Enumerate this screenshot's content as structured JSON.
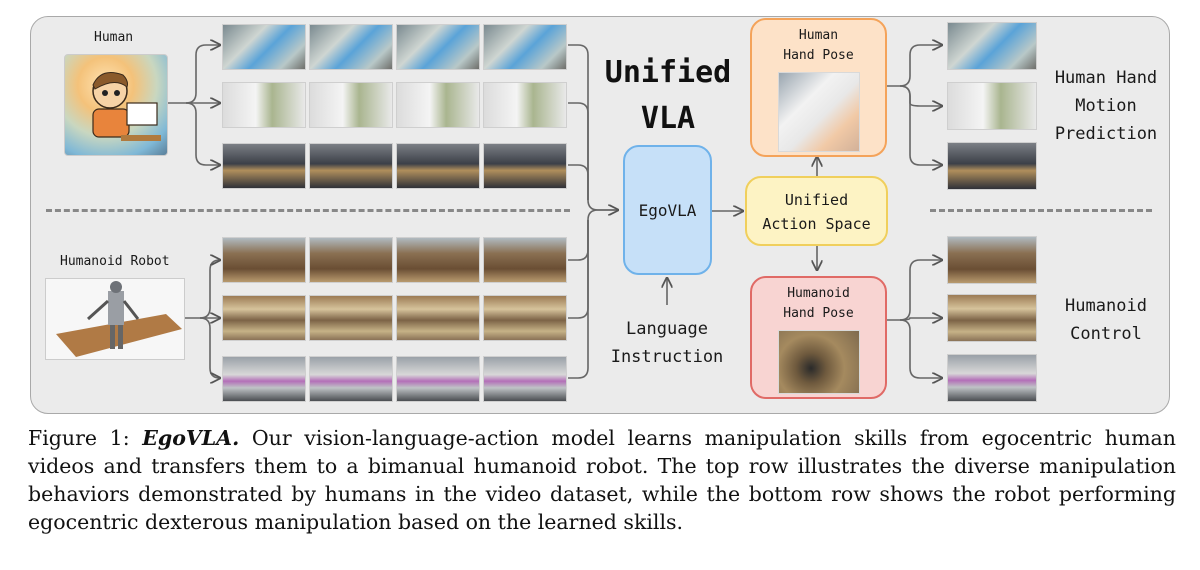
{
  "diagram": {
    "human_label": "Human",
    "robot_label": "Humanoid Robot",
    "center_title_line1": "Unified",
    "center_title_line2": "VLA",
    "model_label": "EgoVLA",
    "language_line1": "Language",
    "language_line2": "Instruction",
    "action_line1": "Unified",
    "action_line2": "Action Space",
    "human_pose_line1": "Human",
    "human_pose_line2": "Hand Pose",
    "robot_pose_line1": "Humanoid",
    "robot_pose_line2": "Hand Pose",
    "output_human_line1": "Human Hand",
    "output_human_line2": "Motion",
    "output_human_line3": "Prediction",
    "output_robot_line1": "Humanoid",
    "output_robot_line2": "Control",
    "colors": {
      "model_fill": "#c6e0f8",
      "model_border": "#6fb2ea",
      "action_fill": "#fdf3c4",
      "action_border": "#f0cf5c",
      "human_pose_fill": "#fde2c8",
      "human_pose_border": "#f4a35a",
      "robot_pose_fill": "#f8d4d2",
      "robot_pose_border": "#e06a66"
    }
  },
  "caption": {
    "prefix": "Figure 1:",
    "name": "EgoVLA.",
    "text": "Our vision-language-action model learns manipulation skills from egocentric human videos and transfers them to a bimanual humanoid robot. The top row illustrates the diverse manipulation behaviors demonstrated by humans in the video dataset, while the bottom row shows the robot performing egocentric dexterous manipulation based on the learned skills."
  }
}
